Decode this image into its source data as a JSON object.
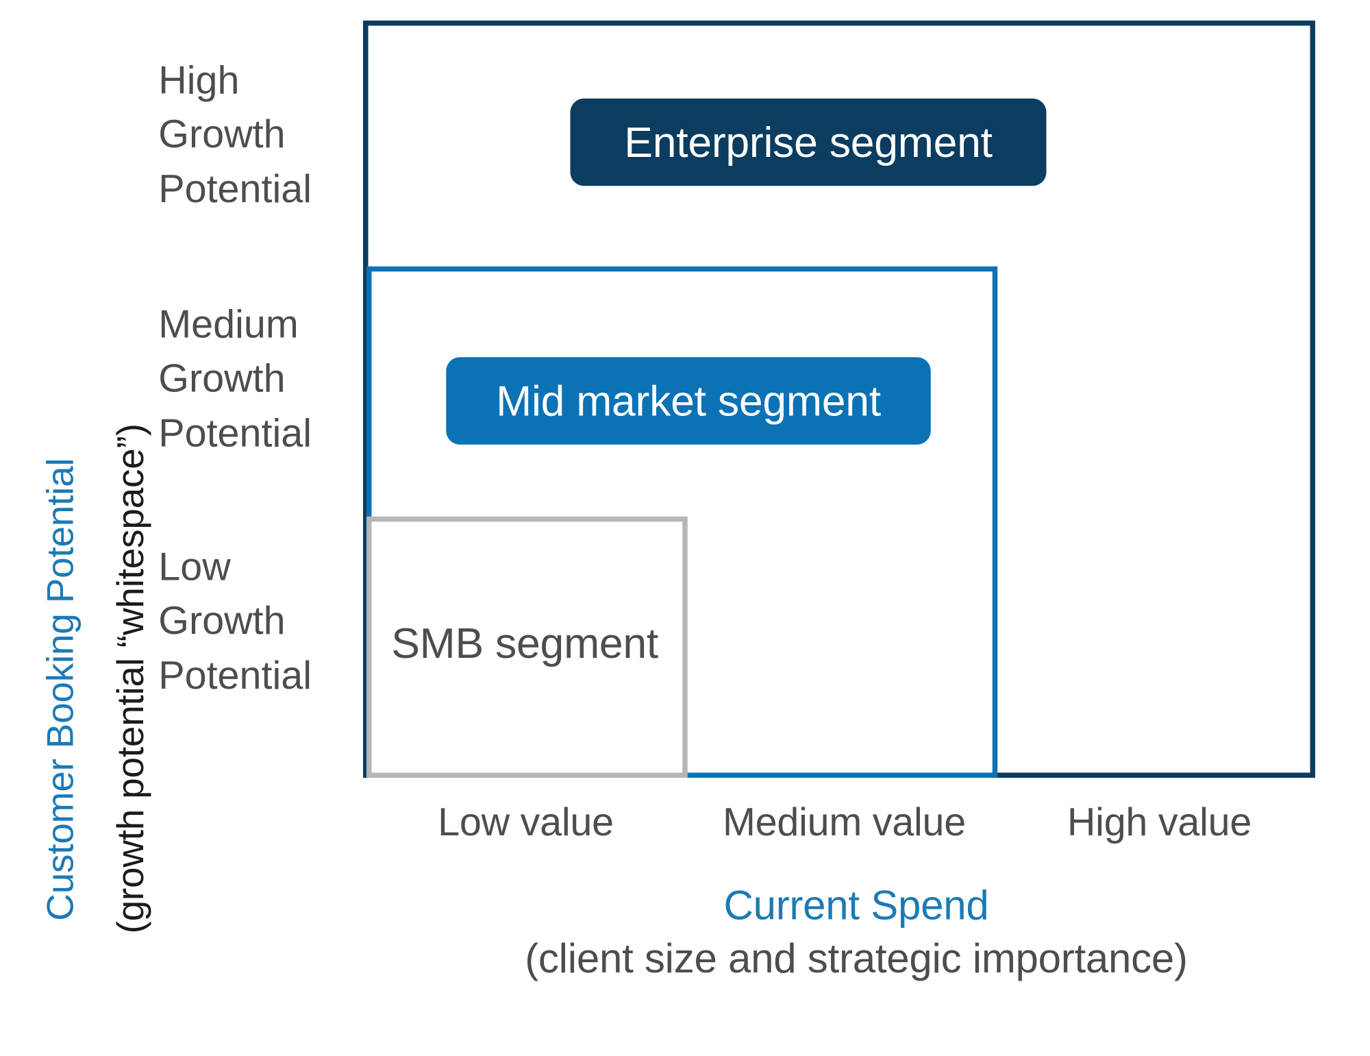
{
  "chart_data": {
    "type": "matrix",
    "title": "",
    "xlabel": "Current Spend",
    "xsublabel": "(client size and strategic importance)",
    "ylabel": "Customer Booking Potential",
    "ysublabel": "(growth potential “whitespace”)",
    "x_categories": [
      "Low value",
      "Medium value",
      "High value"
    ],
    "y_categories": [
      "High Growth Potential",
      "Medium Growth Potential",
      "Low Growth Potential"
    ],
    "segments": [
      {
        "name": "Enterprise segment",
        "color": "#0c3c60",
        "style": "filled-pill",
        "spans_x": [
          "Low value",
          "Medium value",
          "High value"
        ],
        "spans_y": [
          "High Growth Potential",
          "Medium Growth Potential",
          "Low Growth Potential"
        ]
      },
      {
        "name": "Mid market segment",
        "color": "#0b72b5",
        "style": "filled-pill",
        "spans_x": [
          "Low value",
          "Medium value"
        ],
        "spans_y": [
          "Medium Growth Potential",
          "Low Growth Potential"
        ]
      },
      {
        "name": "SMB segment",
        "color": "#b6b6b6",
        "style": "plain-text",
        "spans_x": [
          "Low value"
        ],
        "spans_y": [
          "Low Growth Potential"
        ]
      }
    ],
    "grid": false,
    "legend": "none"
  },
  "axes": {
    "y": {
      "title": "Customer Booking Potential",
      "subtitle": "(growth potential “whitespace”)",
      "title_color": "#1b7ab5",
      "subtitle_color": "#1b1b1b",
      "ticks": [
        {
          "id": "high",
          "label": "High\nGrowth\nPotential"
        },
        {
          "id": "medium",
          "label": "Medium\nGrowth\nPotential"
        },
        {
          "id": "low",
          "label": "Low\nGrowth\nPotential"
        }
      ]
    },
    "x": {
      "title": "Current Spend",
      "subtitle": "(client size and strategic importance)",
      "title_color": "#1b7ab5",
      "subtitle_color": "#4d4d4d",
      "ticks": [
        {
          "id": "low",
          "label": "Low value"
        },
        {
          "id": "medium",
          "label": "Medium value"
        },
        {
          "id": "high",
          "label": "High value"
        }
      ]
    }
  },
  "boxes": {
    "enterprise": {
      "label": "Enterprise segment",
      "border_color": "#0c3c60"
    },
    "midmarket": {
      "label": "Mid market segment",
      "border_color": "#0b72b5"
    },
    "smb": {
      "label": "SMB segment",
      "border_color": "#b6b6b6"
    }
  },
  "pills": {
    "enterprise": {
      "label": "Enterprise segment",
      "bg": "#0c3c60",
      "text_color": "#ffffff"
    },
    "midmarket": {
      "label": "Mid market segment",
      "bg": "#0b72b5",
      "text_color": "#ffffff"
    }
  },
  "labels": {
    "smb": "SMB segment"
  },
  "colors": {
    "brand_blue": "#1b7ab5",
    "dark_navy": "#0c3c60",
    "mid_blue": "#0b72b5",
    "gray": "#b6b6b6",
    "text_gray": "#4d4d4d",
    "background": "#ffffff"
  }
}
